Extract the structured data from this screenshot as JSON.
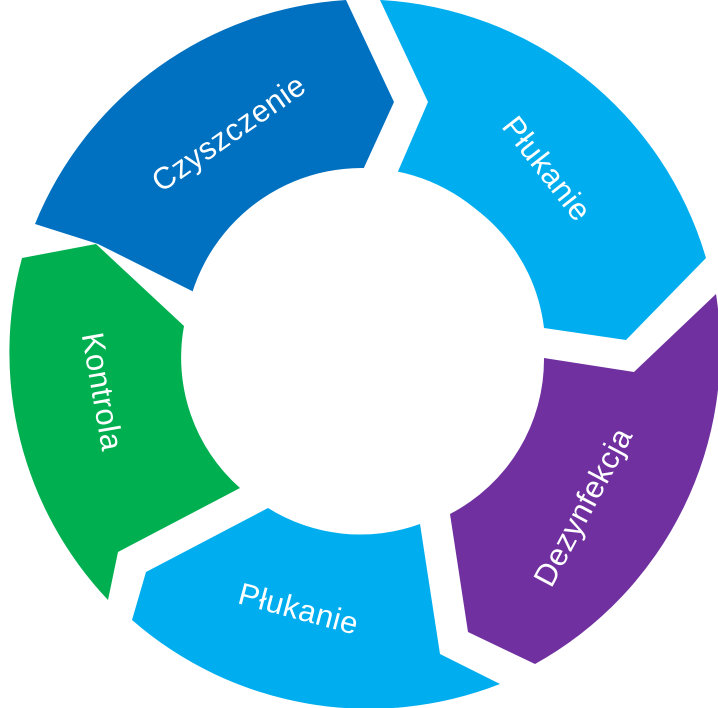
{
  "diagram": {
    "segments": [
      {
        "id": "czyszczenie",
        "label": "Czyszczenie",
        "color": "#0070C0"
      },
      {
        "id": "plukanie-1",
        "label": "Płukanie",
        "color": "#00AEEF"
      },
      {
        "id": "dezynfekcja",
        "label": "Dezynfekcja",
        "color": "#7030A0"
      },
      {
        "id": "plukanie-2",
        "label": "Płukanie",
        "color": "#00AEEF"
      },
      {
        "id": "kontrola",
        "label": "Kontrola",
        "color": "#00B050"
      }
    ]
  }
}
